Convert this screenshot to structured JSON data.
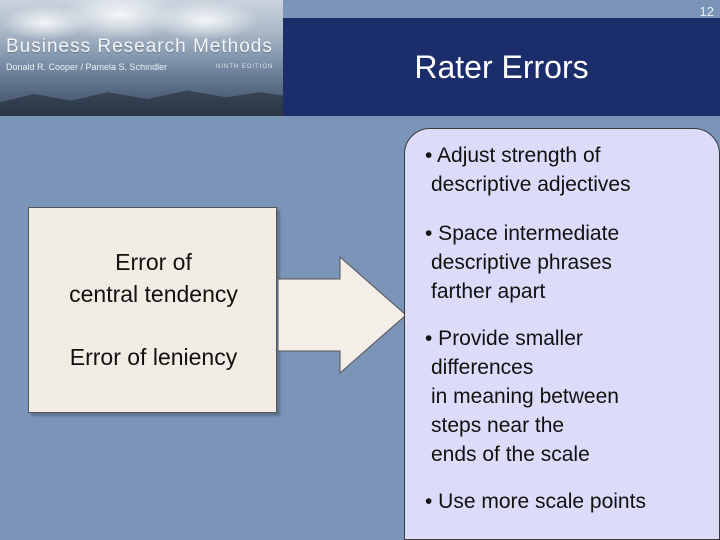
{
  "slide_number": "12",
  "banner": {
    "title": "Business Research Methods",
    "authors": "Donald R. Cooper / Pamela S. Schindler",
    "edition": "NINTH EDITION"
  },
  "title": "Rater Errors",
  "errors": {
    "item1_line1": "Error of",
    "item1_line2": "central tendency",
    "item2": "Error of leniency"
  },
  "remedies": [
    {
      "lines": [
        "• Adjust strength of",
        "descriptive adjectives"
      ]
    },
    {
      "lines": [
        "• Space intermediate",
        "descriptive phrases",
        "farther apart"
      ]
    },
    {
      "lines": [
        "• Provide smaller",
        "differences",
        "in meaning between",
        "steps near the",
        "ends of the scale"
      ]
    },
    {
      "lines": [
        "• Use more scale points"
      ]
    }
  ],
  "colors": {
    "background": "#7b95b8",
    "title_bar": "#1c2d6b",
    "left_box": "#f2ede4",
    "right_box": "#dcdcfa",
    "arrow_fill": "#f4eee8"
  }
}
